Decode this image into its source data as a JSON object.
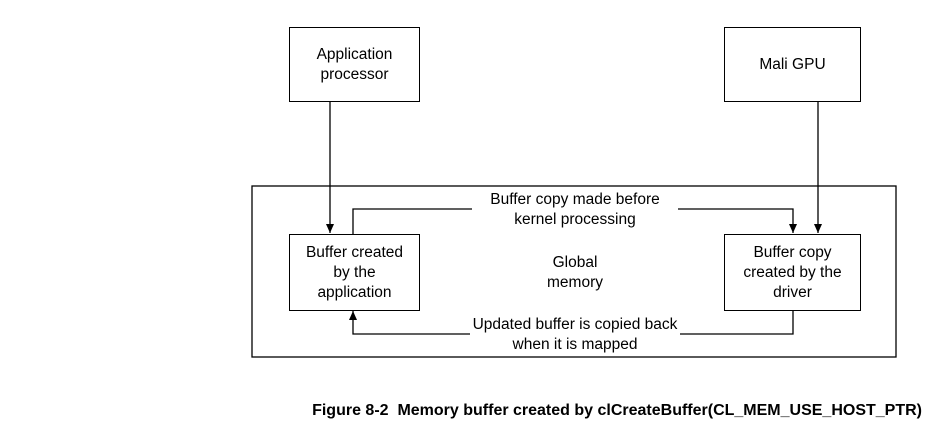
{
  "boxes": {
    "app_processor": "Application processor",
    "mali_gpu": "Mali GPU",
    "buffer_app": "Buffer created by the application",
    "buffer_copy": "Buffer copy created by the driver",
    "global_memory": "Global memory"
  },
  "labels": {
    "copy_before": "Buffer copy made before kernel processing",
    "copy_back": "Updated buffer is copied back when it is mapped"
  },
  "caption": {
    "number": "Figure 8-2",
    "text": "Memory buffer created by clCreateBuffer(CL_MEM_USE_HOST_PTR)"
  }
}
